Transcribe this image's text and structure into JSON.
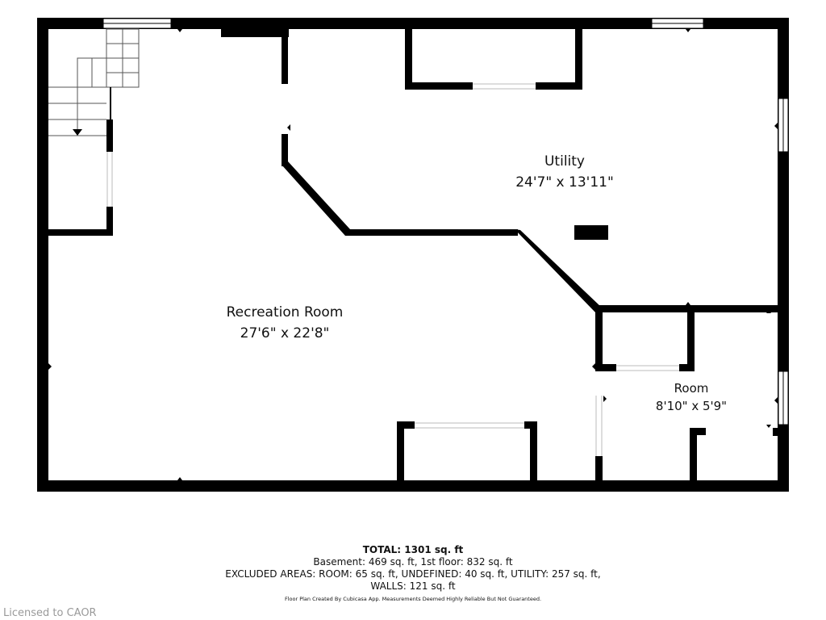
{
  "rooms": {
    "utility": {
      "name": "Utility",
      "dims": "24'7\" x 13'11\""
    },
    "recreation": {
      "name": "Recreation Room",
      "dims": "27'6\" x 22'8\""
    },
    "room": {
      "name": "Room",
      "dims": "8'10\" x 5'9\""
    }
  },
  "summary": {
    "total": "TOTAL: 1301 sq. ft",
    "line1": "Basement: 469 sq. ft, 1st floor: 832 sq. ft",
    "line2": "EXCLUDED AREAS: ROOM: 65 sq. ft, UNDEFINED: 40 sq. ft, UTILITY: 257 sq. ft,",
    "line3": "WALLS: 121 sq. ft",
    "credit": "Floor Plan Created By Cubicasa App. Measurements Deemed Highly Reliable But Not Guaranteed."
  },
  "license": "Licensed to CAOR",
  "colors": {
    "wall": "#000000",
    "window": "#ffffff",
    "license": "#9a9a9a"
  }
}
